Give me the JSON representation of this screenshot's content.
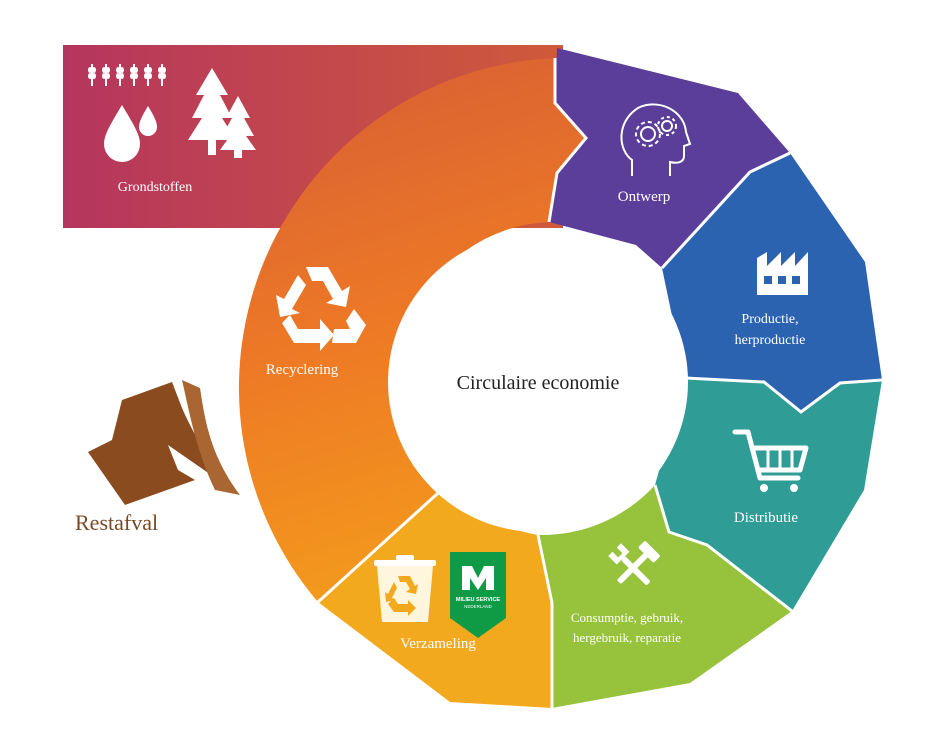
{
  "diagram": {
    "center_label": "Circulaire economie",
    "waste_label": "Restafval",
    "raw_materials": {
      "label": "Grondstoffen",
      "icon": "raw-materials-icon"
    },
    "segments": [
      {
        "id": "recycling",
        "label": "Recyclering",
        "icon": "recycle-icon",
        "color": "#e8752a"
      },
      {
        "id": "design",
        "label": "Ontwerp",
        "icon": "head-gears-icon",
        "color": "#5b3e9a"
      },
      {
        "id": "production",
        "lines": [
          "Productie,",
          "herproductie"
        ],
        "icon": "factory-icon",
        "color": "#2b63b0"
      },
      {
        "id": "distribution",
        "label": "Distributie",
        "icon": "shopping-cart-icon",
        "color": "#2f9c96"
      },
      {
        "id": "consumption",
        "lines": [
          "Consumptie, gebruik,",
          "hergebruik, reparatie"
        ],
        "icon": "tools-icon",
        "color": "#97c23c"
      },
      {
        "id": "collection",
        "label": "Verzameling",
        "icon": "recycle-bin-icon",
        "color": "#f3a91d"
      }
    ],
    "logo": {
      "lines": [
        "MILIEU SERVICE",
        "NEDERLAND"
      ],
      "color": "#0f9a46"
    }
  }
}
